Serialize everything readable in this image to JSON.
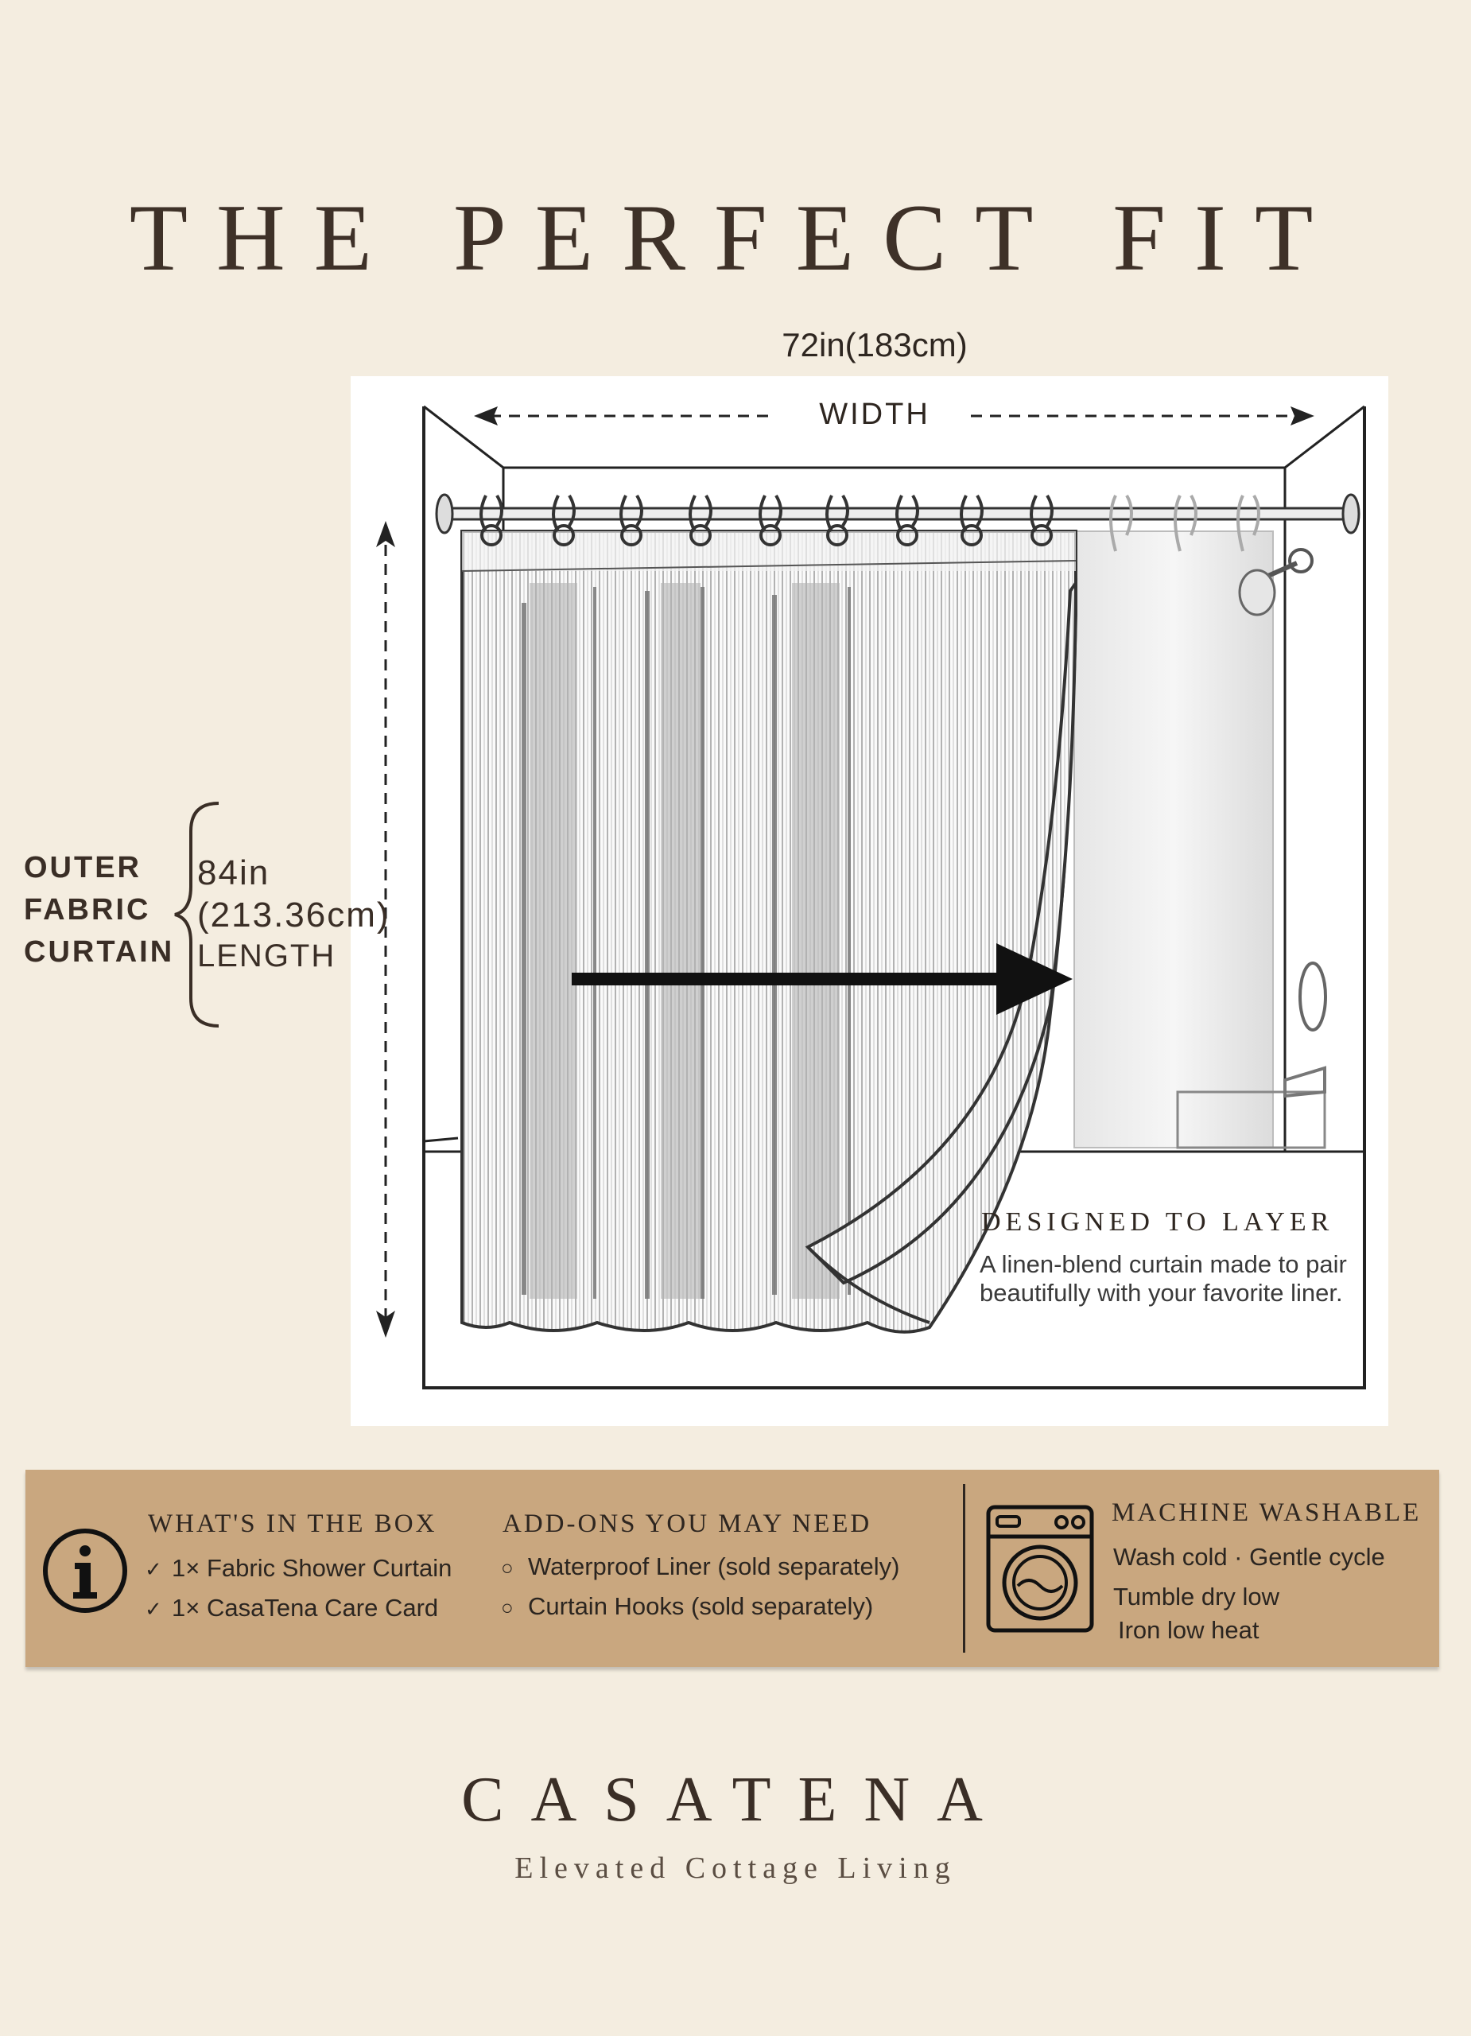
{
  "header": {
    "title": "THE PERFECT FIT"
  },
  "dimensions": {
    "width_value": "72in(183cm)",
    "width_label": "WIDTH",
    "length_in": "84in",
    "length_cm": "(213.36cm)",
    "length_label": "LENGTH",
    "curtain_label": [
      "OUTER",
      "FABRIC",
      "CURTAIN"
    ]
  },
  "callout": {
    "title": "DESIGNED TO LAYER",
    "text": "A linen-blend curtain made to pair beautifully with your favorite liner."
  },
  "info": {
    "icon": "info-circle-icon",
    "box_heading": "WHAT'S IN THE BOX",
    "box_items": [
      "1× Fabric Shower Curtain",
      "1× CasaTena Care Card"
    ],
    "addons_heading": "ADD-ONS YOU MAY NEED",
    "addons_items": [
      "Waterproof Liner (sold separately)",
      "Curtain Hooks (sold separately)"
    ],
    "wash_icon": "washing-machine-icon",
    "wash_heading": "MACHINE WASHABLE",
    "wash_items": [
      "Wash cold · Gentle cycle",
      "Tumble dry low",
      "Iron low heat"
    ]
  },
  "footer": {
    "brand": "CASATENA",
    "tagline": "Elevated Cottage Living"
  },
  "colors": {
    "background": "#f4ede0",
    "band": "#c9a77f",
    "text": "#3a2e26"
  }
}
